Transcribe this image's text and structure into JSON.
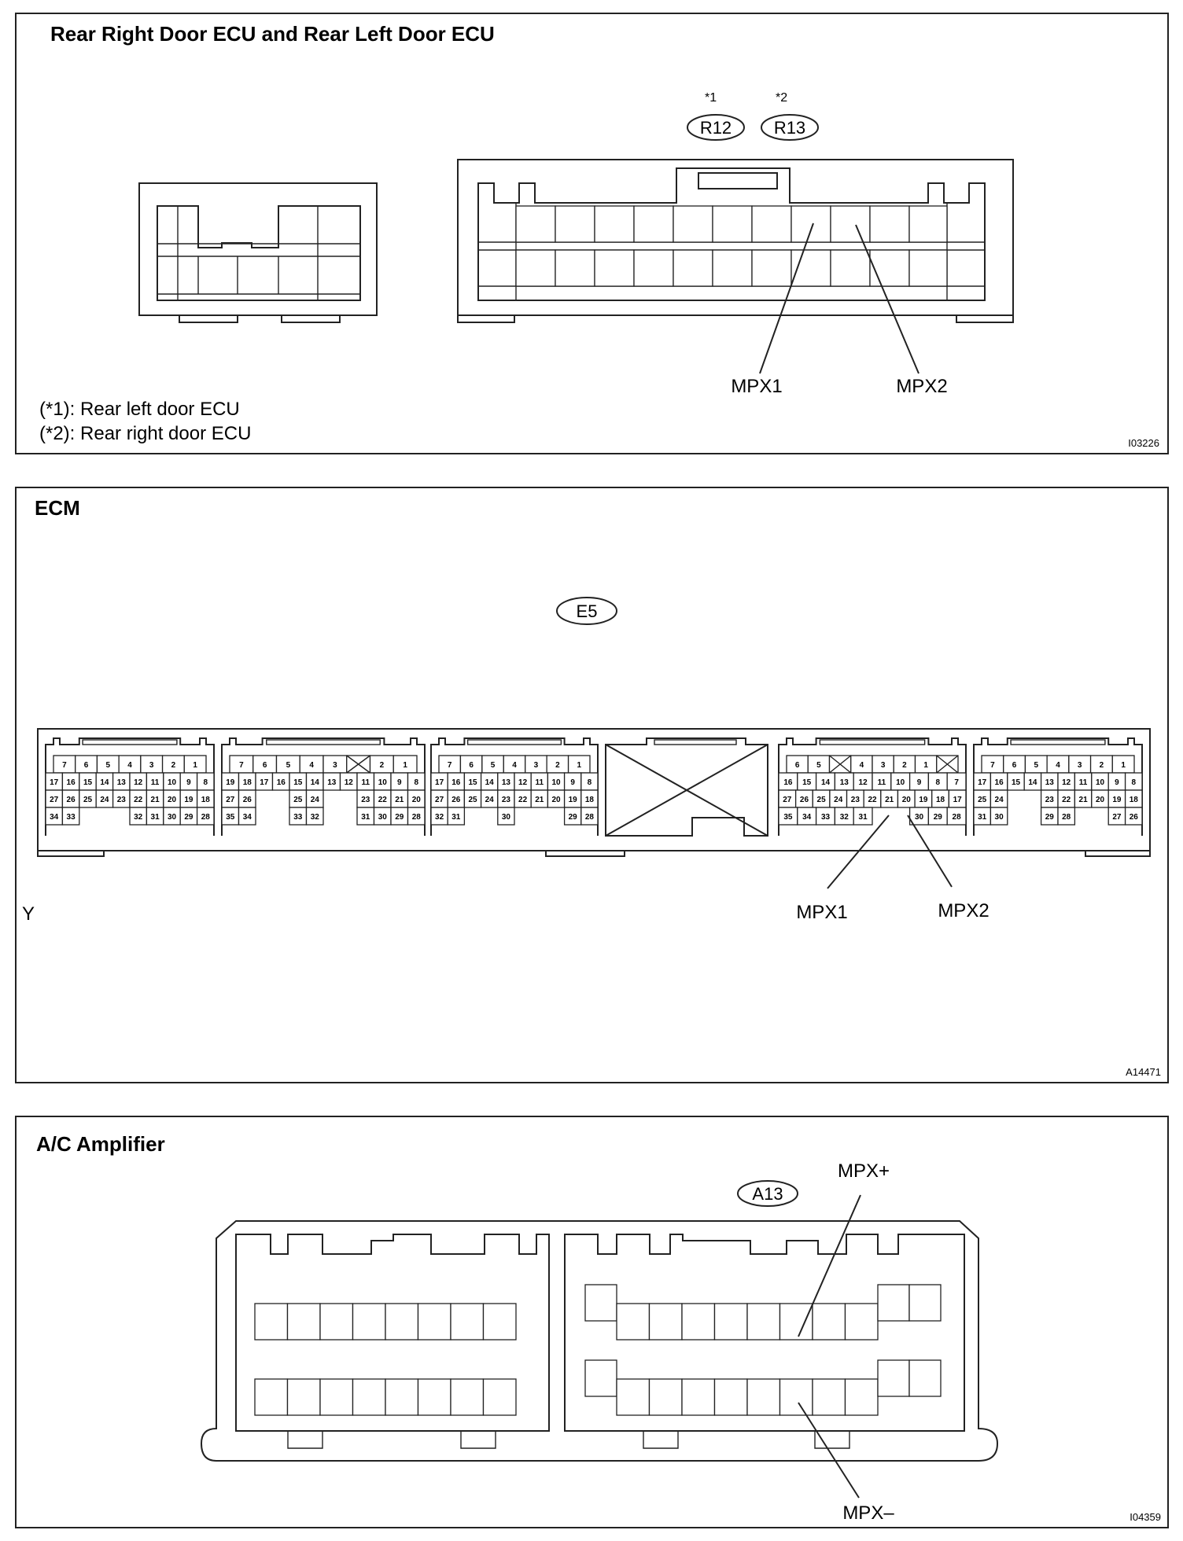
{
  "panel1": {
    "title": "Rear Right Door ECU and Rear Left Door ECU",
    "star1": "*1",
    "star2": "*2",
    "conn1": "R12",
    "conn2": "R13",
    "pin_a": "MPX1",
    "pin_b": "MPX2",
    "note1": "(*1): Rear left door ECU",
    "note2": "(*2): Rear right door ECU",
    "code": "I03226"
  },
  "panel2": {
    "title": "ECM",
    "conn": "E5",
    "side_mark": "Y",
    "pin_a": "MPX1",
    "pin_b": "MPX2",
    "code": "A14471",
    "blocks": [
      {
        "rows": [
          [
            "7",
            "6",
            "5",
            "4",
            "3",
            "2",
            "1"
          ],
          [
            "17",
            "16",
            "15",
            "14",
            "13",
            "12",
            "11",
            "10",
            "9",
            "8"
          ],
          [
            "27",
            "26",
            "25",
            "24",
            "23",
            "22",
            "21",
            "20",
            "19",
            "18"
          ],
          [
            "34",
            "33",
            "",
            "",
            "",
            "32",
            "31",
            "30",
            "29",
            "28"
          ]
        ]
      },
      {
        "rows": [
          [
            "7",
            "6",
            "5",
            "4",
            "3",
            "X",
            "2",
            "1"
          ],
          [
            "19",
            "18",
            "17",
            "16",
            "15",
            "14",
            "13",
            "12",
            "11",
            "10",
            "9",
            "8"
          ],
          [
            "27",
            "26",
            "",
            "",
            "25",
            "24",
            "",
            "",
            "23",
            "22",
            "21",
            "20"
          ],
          [
            "35",
            "34",
            "",
            "",
            "33",
            "32",
            "",
            "",
            "31",
            "30",
            "29",
            "28"
          ]
        ]
      },
      {
        "rows": [
          [
            "7",
            "6",
            "5",
            "4",
            "3",
            "2",
            "1"
          ],
          [
            "17",
            "16",
            "15",
            "14",
            "13",
            "12",
            "11",
            "10",
            "9",
            "8"
          ],
          [
            "27",
            "26",
            "25",
            "24",
            "23",
            "22",
            "21",
            "20",
            "19",
            "18"
          ],
          [
            "32",
            "31",
            "",
            "",
            "30",
            "",
            "",
            "",
            "29",
            "28"
          ]
        ]
      },
      {
        "rows": [
          [
            "6",
            "5",
            "X",
            "4",
            "3",
            "2",
            "1",
            "X"
          ],
          [
            "16",
            "15",
            "14",
            "13",
            "12",
            "11",
            "10",
            "9",
            "8",
            "7"
          ],
          [
            "27",
            "26",
            "25",
            "24",
            "23",
            "22",
            "21",
            "20",
            "19",
            "18",
            "17"
          ],
          [
            "35",
            "34",
            "33",
            "32",
            "31",
            "",
            "",
            "30",
            "29",
            "28"
          ]
        ]
      },
      {
        "rows": [
          [
            "7",
            "6",
            "5",
            "4",
            "3",
            "2",
            "1"
          ],
          [
            "17",
            "16",
            "15",
            "14",
            "13",
            "12",
            "11",
            "10",
            "9",
            "8"
          ],
          [
            "25",
            "24",
            "",
            "",
            "23",
            "22",
            "21",
            "20",
            "19",
            "18"
          ],
          [
            "31",
            "30",
            "",
            "",
            "29",
            "28",
            "",
            "",
            "27",
            "26"
          ]
        ]
      }
    ]
  },
  "panel3": {
    "title": "A/C Amplifier",
    "conn": "A13",
    "pin_plus": "MPX+",
    "pin_minus": "MPX–",
    "code": "I04359"
  }
}
